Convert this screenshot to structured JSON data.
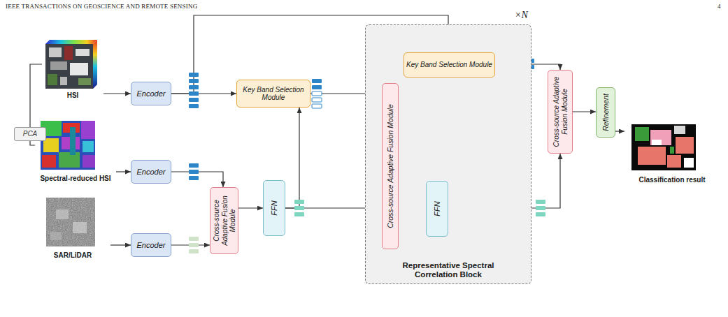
{
  "diagram": {
    "nodes": [
      {
        "text": [
          "PCA"
        ]
      },
      {
        "text": [
          "HSI"
        ]
      },
      {
        "text": [
          "Spectral-reduced HSI"
        ]
      },
      {
        "text": [
          "SAR/LiDAR"
        ]
      },
      {
        "text": [
          "Encoder"
        ]
      },
      {
        "text": [
          "Encoder"
        ]
      },
      {
        "text": [
          "Encoder"
        ]
      },
      {
        "text": [
          "Cross-source Adaptive Fusion Module"
        ]
      },
      {
        "text": [
          "FFN"
        ]
      },
      {
        "text": [
          "Key Band Selection Module"
        ]
      },
      {
        "text": [
          "Representative Spectral Correlation Block"
        ]
      },
      {
        "text": [
          "Cross-source Adaptive Fusion Module"
        ],
        "in": 10
      },
      {
        "text": [
          "Key Band Selection Module"
        ],
        "in": 10
      },
      {
        "text": [
          "FFN"
        ],
        "in": 10
      },
      {
        "text": [
          "Cross-source Adaptive Fusion Module"
        ]
      },
      {
        "text": [
          "Refinement"
        ]
      },
      {
        "text": [
          "Classification result"
        ]
      }
    ],
    "edges": [
      {
        "from": 1,
        "to": 0,
        "arrow": "none"
      },
      {
        "from": 0,
        "to": 2,
        "arrow": "none"
      },
      {
        "from": 1,
        "to": 4,
        "arrow": "to"
      },
      {
        "from": 2,
        "to": 5,
        "arrow": "to"
      },
      {
        "from": 3,
        "to": 6,
        "arrow": "to"
      },
      {
        "from": 4,
        "to": 9,
        "arrow": "to"
      },
      {
        "from": 4,
        "to": 12,
        "arrow": "to"
      },
      {
        "from": 5,
        "to": 7,
        "arrow": "to"
      },
      {
        "from": 6,
        "to": 7,
        "arrow": "to"
      },
      {
        "from": 7,
        "to": 8,
        "arrow": "to"
      },
      {
        "from": 8,
        "to": 9,
        "arrow": "to"
      },
      {
        "from": 8,
        "to": 11,
        "arrow": "to"
      },
      {
        "from": 9,
        "to": 11,
        "arrow": "to"
      },
      {
        "from": 11,
        "to": 13,
        "arrow": "to"
      },
      {
        "from": 13,
        "to": 12,
        "arrow": "to"
      },
      {
        "from": 12,
        "to": 14,
        "arrow": "to"
      },
      {
        "from": 13,
        "to": 14,
        "arrow": "to"
      },
      {
        "from": 14,
        "to": 15,
        "arrow": "to"
      },
      {
        "from": 15,
        "to": 16,
        "arrow": "to"
      }
    ],
    "labels": [
      "IEEE TRANSACTIONS ON GEOSCIENCE AND REMOTE SENSING",
      "4",
      "×N"
    ]
  }
}
